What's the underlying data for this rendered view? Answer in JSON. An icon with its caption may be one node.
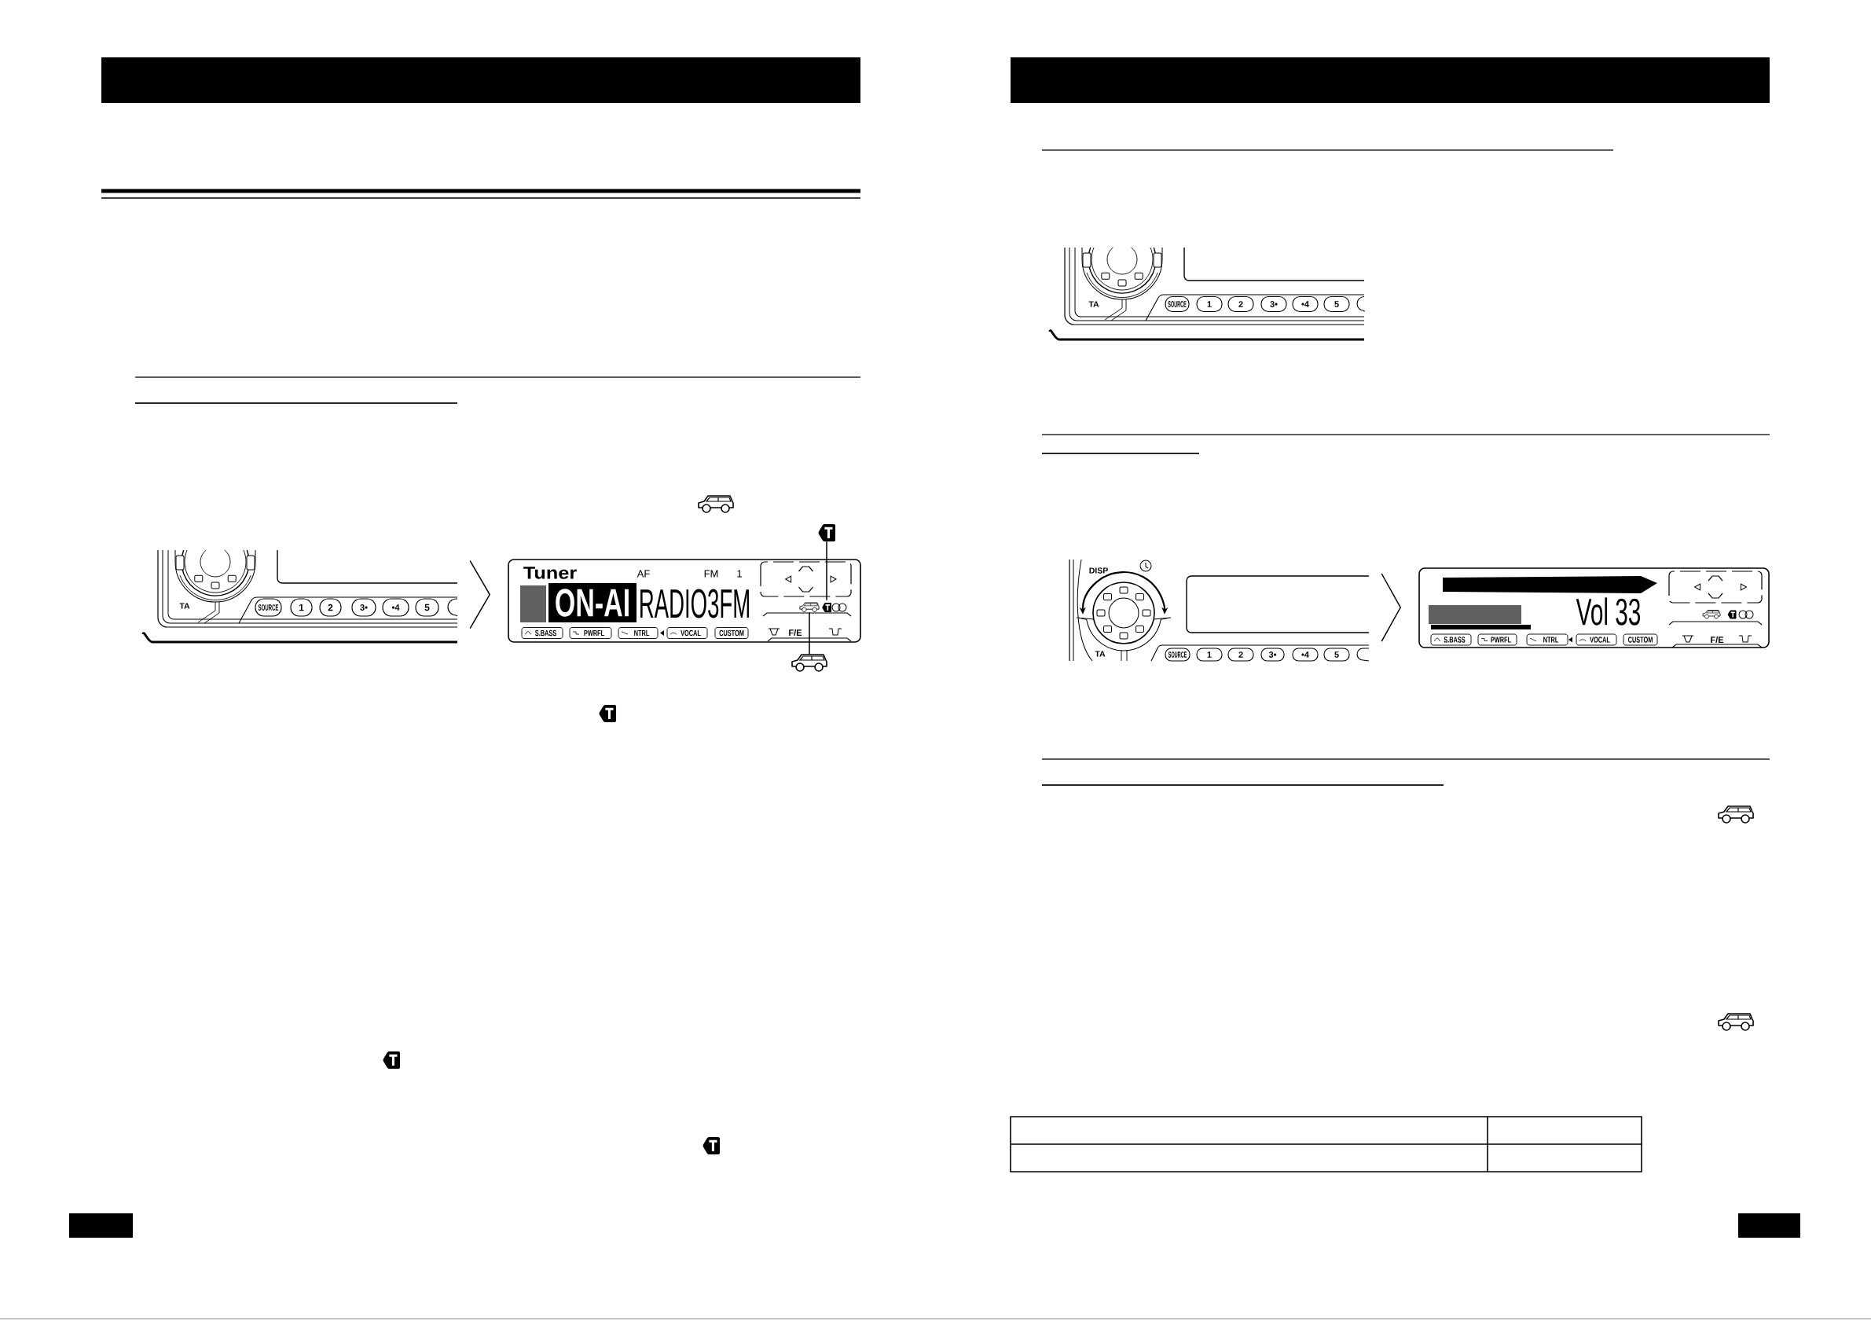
{
  "diagram": {
    "nodes": [
      {
        "text": [
          "TA"
        ]
      },
      {
        "text": [
          "SOURCE"
        ],
        "in": 0
      },
      {
        "text": [
          "1"
        ],
        "in": 0
      },
      {
        "text": [
          "2"
        ],
        "in": 0
      },
      {
        "text": [
          "3•"
        ],
        "in": 0
      },
      {
        "text": [
          "•4"
        ],
        "in": 0
      },
      {
        "text": [
          "5"
        ],
        "in": 0
      },
      {
        "text": [],
        "shape": "box",
        "in": 0
      },
      {
        "text": [],
        "shape": "picture"
      },
      {
        "text": [
          "Tuner",
          "AF",
          "FM",
          "1",
          "ON-AI",
          "RADIO3FM",
          "F/E"
        ]
      },
      {
        "text": [
          "S.BASS"
        ],
        "in": 9
      },
      {
        "text": [
          "PWRFL"
        ],
        "in": 9
      },
      {
        "text": [
          "NTRL"
        ],
        "in": 9
      },
      {
        "text": [
          "VOCAL"
        ],
        "in": 9
      },
      {
        "text": [
          "CUSTOM"
        ],
        "in": 9
      },
      {
        "text": [],
        "shape": "picture",
        "in": 9
      },
      {
        "text": [],
        "shape": "picture",
        "in": 9
      },
      {
        "text": [],
        "shape": "picture"
      },
      {
        "text": [
          "TA"
        ]
      },
      {
        "text": [
          "SOURCE"
        ],
        "in": 18
      },
      {
        "text": [
          "1"
        ],
        "in": 18
      },
      {
        "text": [
          "2"
        ],
        "in": 18
      },
      {
        "text": [
          "3•"
        ],
        "in": 18
      },
      {
        "text": [
          "•4"
        ],
        "in": 18
      },
      {
        "text": [
          "5"
        ],
        "in": 18
      },
      {
        "text": [],
        "shape": "box",
        "in": 18
      },
      {
        "text": [
          "DISP",
          "TA"
        ]
      },
      {
        "text": [
          "SOURCE"
        ],
        "in": 26
      },
      {
        "text": [
          "1"
        ],
        "in": 26
      },
      {
        "text": [
          "2"
        ],
        "in": 26
      },
      {
        "text": [
          "3•"
        ],
        "in": 26
      },
      {
        "text": [
          "•4"
        ],
        "in": 26
      },
      {
        "text": [
          "5"
        ],
        "in": 26
      },
      {
        "text": [],
        "shape": "box",
        "in": 26
      },
      {
        "text": [
          "Vol 33",
          "F/E"
        ]
      },
      {
        "text": [
          "S.BASS"
        ],
        "in": 34
      },
      {
        "text": [
          "PWRFL"
        ],
        "in": 34
      },
      {
        "text": [
          "NTRL"
        ],
        "in": 34
      },
      {
        "text": [
          "VOCAL"
        ],
        "in": 34
      },
      {
        "text": [
          "CUSTOM"
        ],
        "in": 34
      }
    ],
    "edges": [
      {
        "from": 0,
        "to": 9,
        "arrow": "to"
      },
      {
        "from": 8,
        "to": 16,
        "arrow": "none"
      },
      {
        "from": 17,
        "to": 15,
        "arrow": "none"
      },
      {
        "from": 26,
        "to": 34,
        "arrow": "to"
      }
    ]
  }
}
